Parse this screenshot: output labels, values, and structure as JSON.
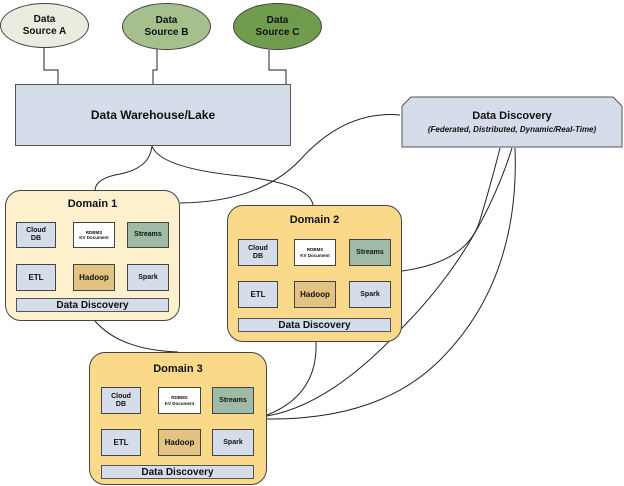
{
  "sources": [
    {
      "line1": "Data",
      "line2": "Source A"
    },
    {
      "line1": "Data",
      "line2": "Source B"
    },
    {
      "line1": "Data",
      "line2": "Source C"
    }
  ],
  "warehouse": {
    "label": "Data Warehouse/Lake"
  },
  "discovery": {
    "title": "Data Discovery",
    "subtitle": "(Federated, Distributed, Dynamic/Real-Time)"
  },
  "domains": [
    {
      "title": "Domain 1",
      "cloud": {
        "line1": "Cloud",
        "line2": "DB"
      },
      "rdbms": {
        "line1": "RDBMS",
        "line2": "KV Document"
      },
      "streams": "Streams",
      "etl": "ETL",
      "hadoop": "Hadoop",
      "spark": "Spark",
      "discovery": "Data Discovery"
    },
    {
      "title": "Domain 2",
      "cloud": {
        "line1": "Cloud",
        "line2": "DB"
      },
      "rdbms": {
        "line1": "RDBMS",
        "line2": "KV Document"
      },
      "streams": "Streams",
      "etl": "ETL",
      "hadoop": "Hadoop",
      "spark": "Spark",
      "discovery": "Data Discovery"
    },
    {
      "title": "Domain 3",
      "cloud": {
        "line1": "Cloud",
        "line2": "DB"
      },
      "rdbms": {
        "line1": "RDBMS",
        "line2": "KV Document"
      },
      "streams": "Streams",
      "etl": "ETL",
      "hadoop": "Hadoop",
      "spark": "Spark",
      "discovery": "Data Discovery"
    }
  ]
}
